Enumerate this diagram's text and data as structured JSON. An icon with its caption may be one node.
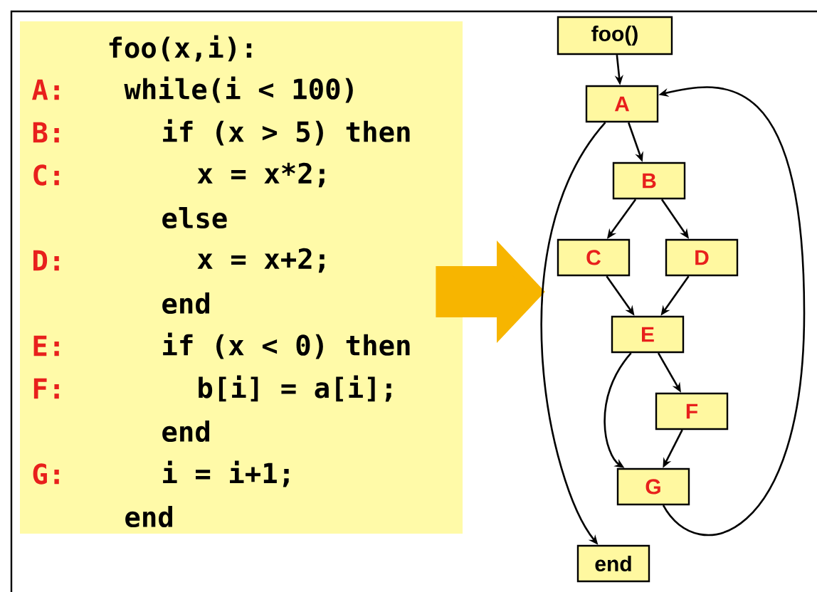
{
  "diagram": {
    "nodes": [
      {
        "text": [
          "foo(x,i):",
          "A:",
          "while(i < 100)",
          "B:",
          "if (x > 5) then",
          "C:",
          "x = x*2;",
          "else",
          "D:",
          "x = x+2;",
          "end",
          "E:",
          "if (x < 0) then",
          "F:",
          "b[i] = a[i];",
          "end",
          "G:",
          "i = i+1;",
          "end"
        ]
      },
      {
        "text": [
          "foo()"
        ]
      },
      {
        "text": [
          "A"
        ]
      },
      {
        "text": [
          "B"
        ]
      },
      {
        "text": [
          "C"
        ]
      },
      {
        "text": [
          "D"
        ]
      },
      {
        "text": [
          "E"
        ]
      },
      {
        "text": [
          "F"
        ]
      },
      {
        "text": [
          "G"
        ]
      },
      {
        "text": [
          "end"
        ]
      }
    ],
    "edges": [
      {
        "from": 0,
        "to": null,
        "arrow": "to",
        "style": "thick",
        "color": "#f7b500"
      },
      {
        "from": 1,
        "to": 2,
        "arrow": "to"
      },
      {
        "from": 2,
        "to": 3,
        "arrow": "to"
      },
      {
        "from": 2,
        "to": 9,
        "arrow": "to"
      },
      {
        "from": 3,
        "to": 4,
        "arrow": "to"
      },
      {
        "from": 3,
        "to": 5,
        "arrow": "to"
      },
      {
        "from": 4,
        "to": 6,
        "arrow": "to"
      },
      {
        "from": 5,
        "to": 6,
        "arrow": "to"
      },
      {
        "from": 6,
        "to": 7,
        "arrow": "to"
      },
      {
        "from": 6,
        "to": 8,
        "arrow": "to"
      },
      {
        "from": 7,
        "to": 8,
        "arrow": "to"
      },
      {
        "from": 8,
        "to": 2,
        "arrow": "to"
      }
    ]
  }
}
